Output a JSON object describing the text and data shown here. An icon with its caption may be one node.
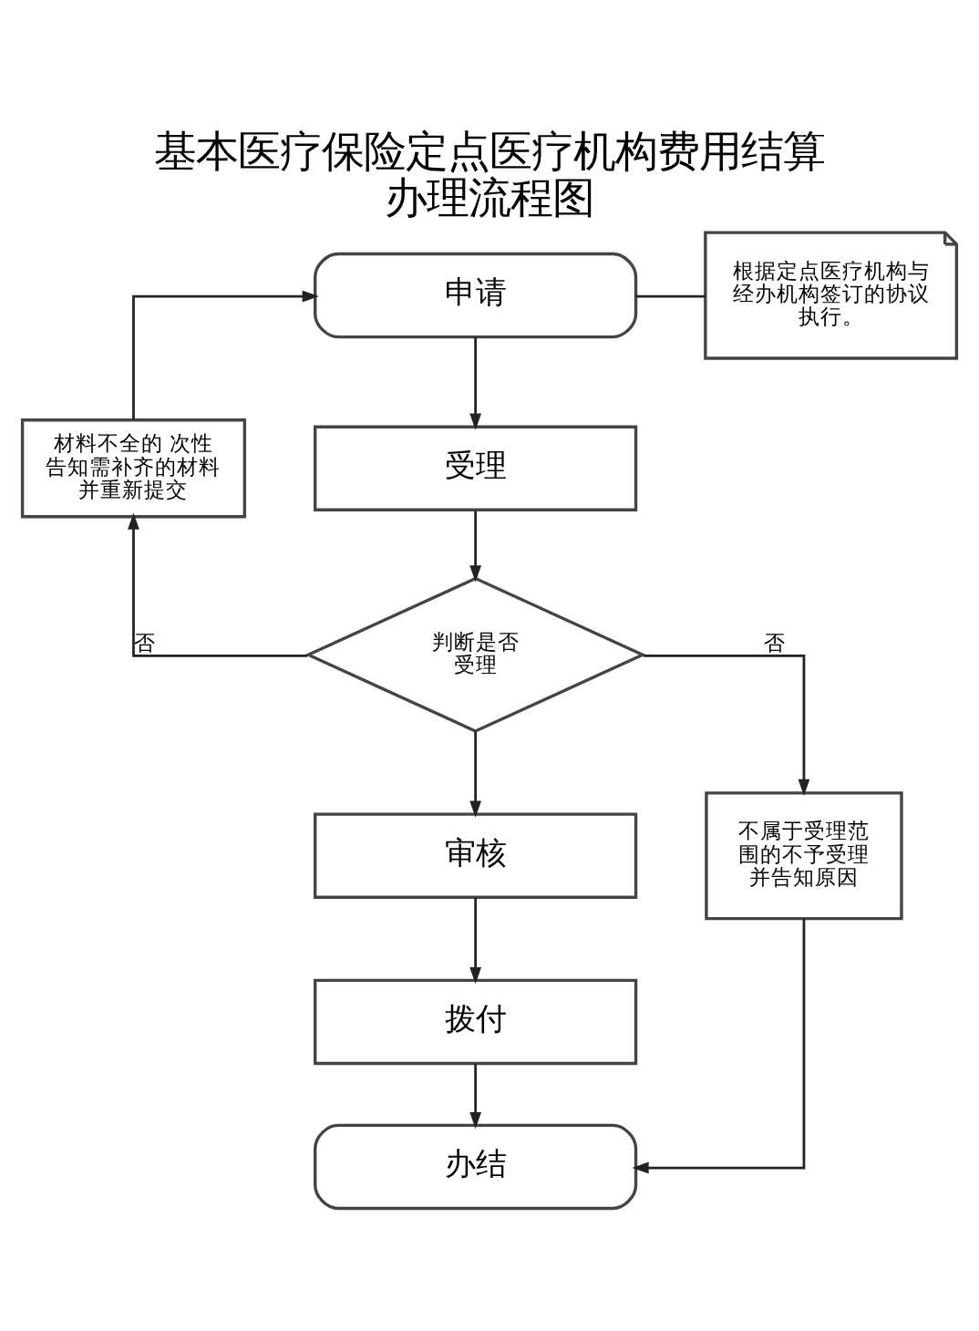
{
  "diagram": {
    "title": "基本医疗保险定点医疗机构费用结算办理流程图",
    "nodes": [
      {
        "text": [
          "申请"
        ]
      },
      {
        "text": [
          "根据定点医疗机构与经办机构签订的协议执行。"
        ]
      },
      {
        "text": [
          "材料不全的 次性告知需补齐的材料并重新提交"
        ]
      },
      {
        "text": [
          "受理"
        ]
      },
      {
        "text": [
          "判断是否受理"
        ]
      },
      {
        "text": [
          "审核"
        ]
      },
      {
        "text": [
          "不属于受理范围的不予受理并告知原因"
        ]
      },
      {
        "text": [
          "拨付"
        ]
      },
      {
        "text": [
          "办结"
        ]
      }
    ],
    "edges": [
      {
        "from": 0,
        "to": 1,
        "arrow": "none"
      },
      {
        "from": 0,
        "to": 3,
        "arrow": "to"
      },
      {
        "from": 2,
        "to": 0,
        "arrow": "to"
      },
      {
        "from": 3,
        "to": 4,
        "arrow": "to"
      },
      {
        "from": 4,
        "to": 2,
        "arrow": "to",
        "label": "否"
      },
      {
        "from": 4,
        "to": 6,
        "arrow": "to",
        "label": "否"
      },
      {
        "from": 4,
        "to": 5,
        "arrow": "to"
      },
      {
        "from": 5,
        "to": 7,
        "arrow": "to"
      },
      {
        "from": 7,
        "to": 8,
        "arrow": "to"
      },
      {
        "from": 6,
        "to": 8,
        "arrow": "to"
      }
    ]
  }
}
